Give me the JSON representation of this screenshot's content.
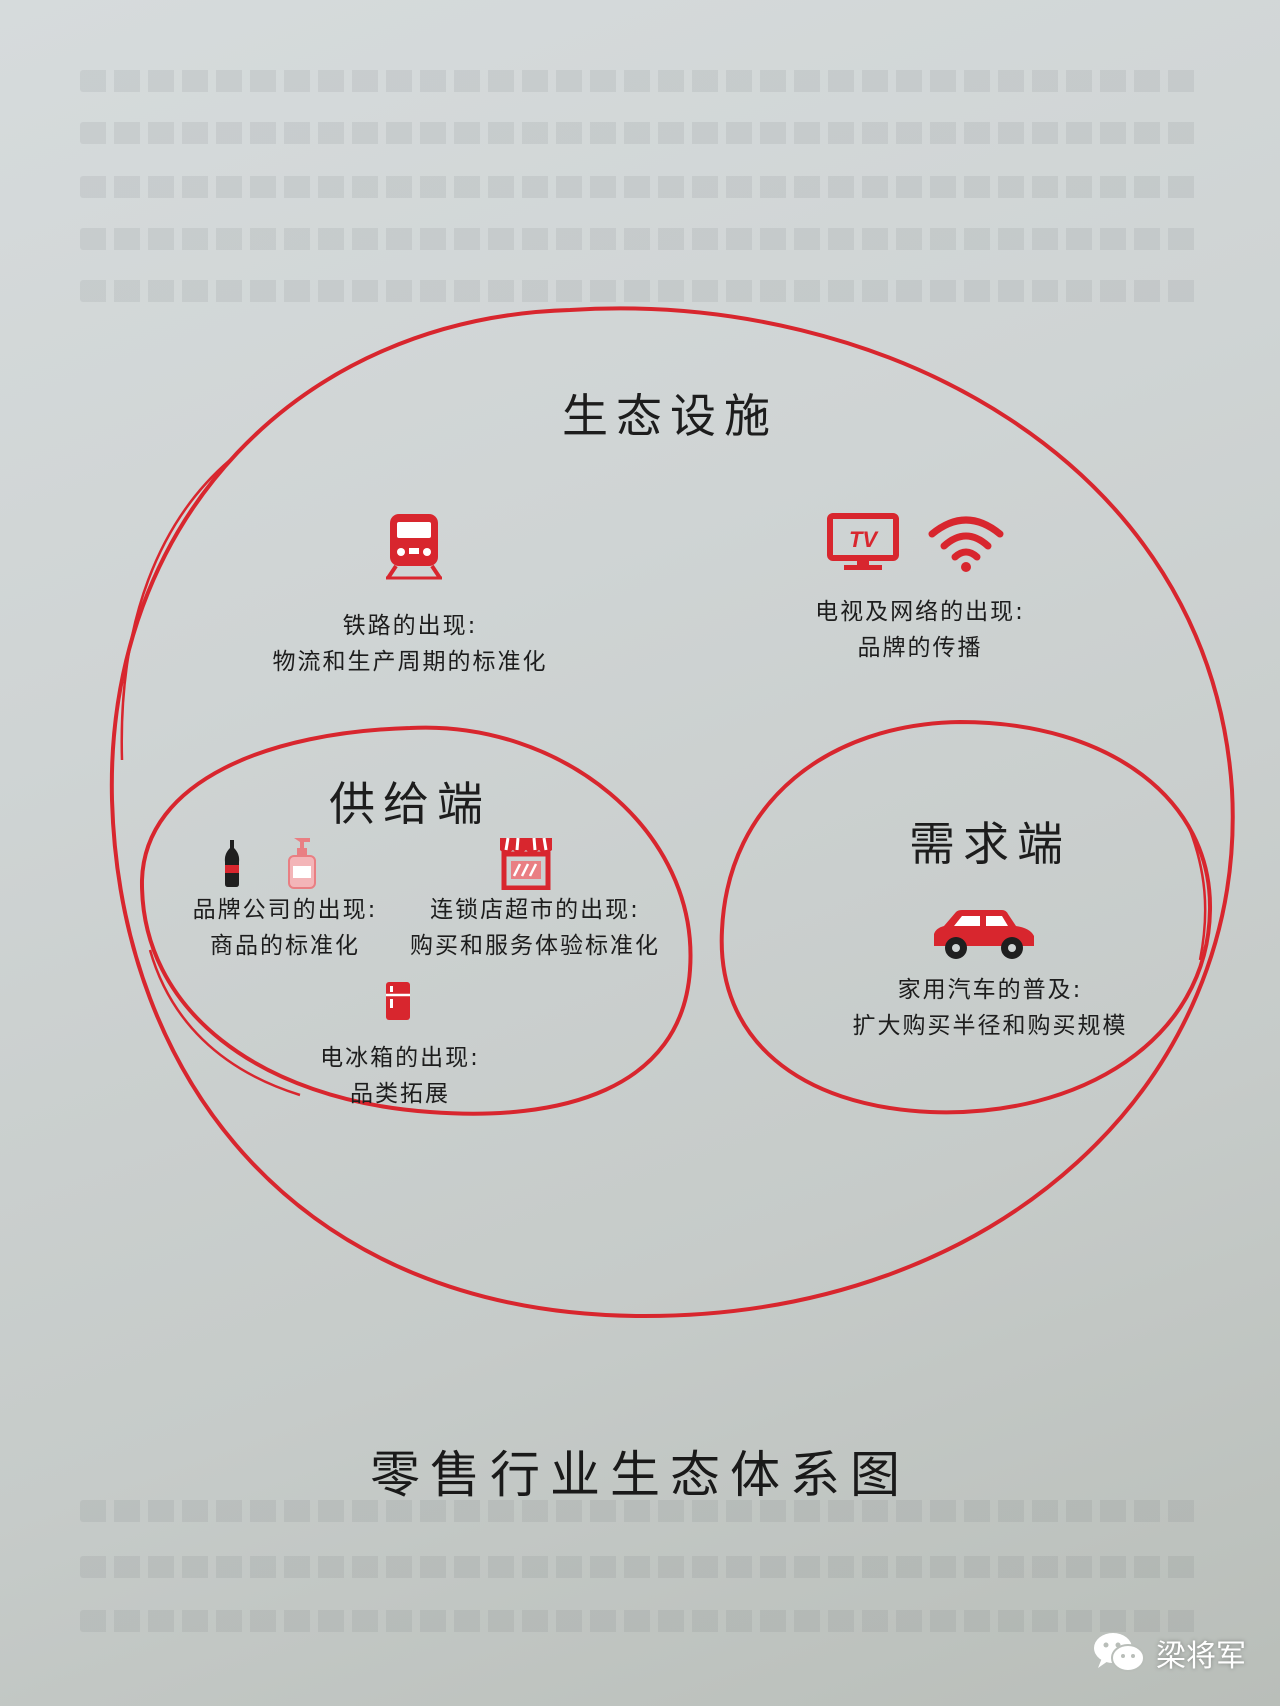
{
  "diagram": {
    "outer": {
      "title": "生态设施",
      "items": [
        {
          "icon": "train-icon",
          "lines": [
            "铁路的出现:",
            "物流和生产周期的标准化"
          ]
        },
        {
          "icon": "tv-icon",
          "icon2": "wifi-icon",
          "tv_text": "TV",
          "lines": [
            "电视及网络的出现:",
            "品牌的传播"
          ]
        }
      ]
    },
    "supply": {
      "title": "供给端",
      "items": [
        {
          "icon": "cola-bottle-icon",
          "icon2": "pump-bottle-icon",
          "lines": [
            "品牌公司的出现:",
            "商品的标准化"
          ]
        },
        {
          "icon": "storefront-icon",
          "lines": [
            "连锁店超市的出现:",
            "购买和服务体验标准化"
          ]
        },
        {
          "icon": "refrigerator-icon",
          "lines": [
            "电冰箱的出现:",
            "品类拓展"
          ]
        }
      ]
    },
    "demand": {
      "title": "需求端",
      "items": [
        {
          "icon": "car-icon",
          "lines": [
            "家用汽车的普及:",
            "扩大购买半径和购买规模"
          ]
        }
      ]
    },
    "caption": "零售行业生态体系图",
    "accent_color": "#d8262e"
  },
  "watermark": {
    "icon": "wechat-icon",
    "text": "梁将军"
  }
}
